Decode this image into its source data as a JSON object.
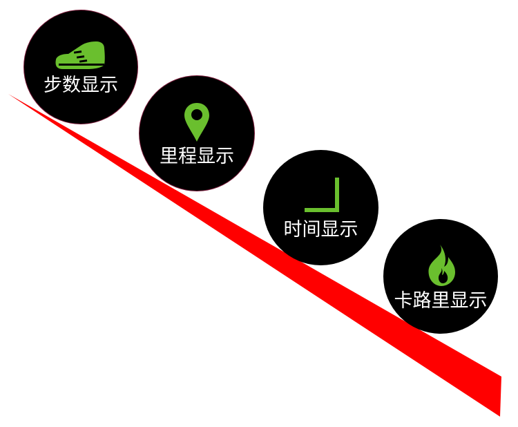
{
  "colors": {
    "background": "#ffffff",
    "stripe": "#ff0000",
    "circle": "#000000",
    "icon": "#6abf2e",
    "label": "#ffffff"
  },
  "features": [
    {
      "label": "步数显示",
      "icon": "sneaker-icon"
    },
    {
      "label": "里程显示",
      "icon": "map-pin-icon"
    },
    {
      "label": "时间显示",
      "icon": "clock-hands-icon"
    },
    {
      "label": "卡路里显示",
      "icon": "flame-icon"
    }
  ]
}
